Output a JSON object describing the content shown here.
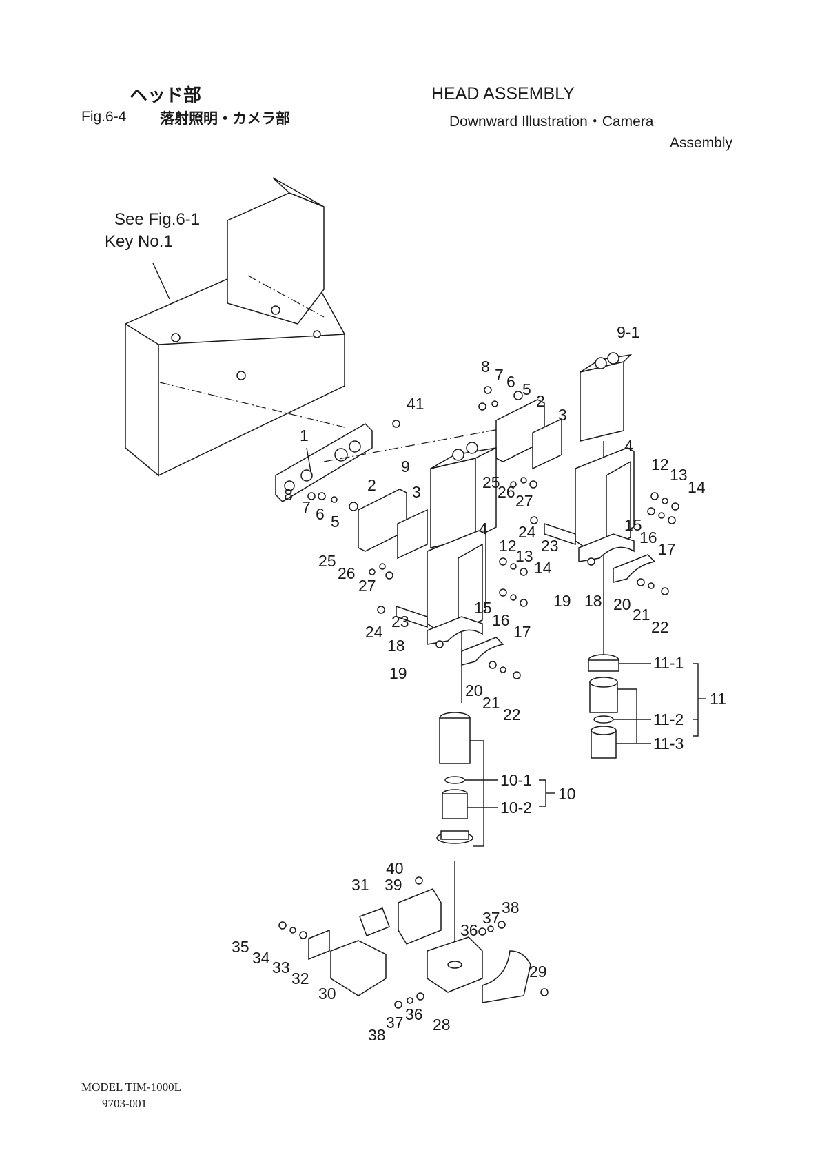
{
  "header": {
    "title_jp": "ヘッド部",
    "figure_number": "Fig.6-4",
    "subtitle_jp": "落射照明・カメラ部",
    "title_en": "HEAD ASSEMBLY",
    "subtitle_en_line1": "Downward Illustration・Camera",
    "subtitle_en_line2": "Assembly"
  },
  "reference_note": {
    "line1": "See Fig.6-1",
    "line2": "Key No.1"
  },
  "callouts": {
    "c1": "1",
    "c41": "41",
    "c8a": "8",
    "c7a": "7",
    "c6a": "6",
    "c5a": "5",
    "c2a": "2",
    "c3a": "3",
    "c8b": "8",
    "c7b": "7",
    "c6b": "6",
    "c5b": "5",
    "c2b": "2",
    "c3b": "3",
    "c9": "9",
    "c9_1": "9-1",
    "c25a": "25",
    "c26a": "26",
    "c27a": "27",
    "c24a": "24",
    "c23a": "23",
    "c25b": "25",
    "c26b": "26",
    "c27b": "27",
    "c24b": "24",
    "c23b": "23",
    "c4a": "4",
    "c12a": "12",
    "c13a": "13",
    "c14a": "14",
    "c15a": "15",
    "c16a": "16",
    "c17a": "17",
    "c4b": "4",
    "c12b": "12",
    "c13b": "13",
    "c14b": "14",
    "c15b": "15",
    "c16b": "16",
    "c17b": "17",
    "c18a": "18",
    "c19a": "19",
    "c20a": "20",
    "c21a": "21",
    "c22a": "22",
    "c18b": "18",
    "c19b": "19",
    "c20b": "20",
    "c21b": "21",
    "c22b": "22",
    "c11_1": "11-1",
    "c11_2": "11-2",
    "c11_3": "11-3",
    "c11": "11",
    "c10_1": "10-1",
    "c10_2": "10-2",
    "c10": "10",
    "c40": "40",
    "c31": "31",
    "c39": "39",
    "c36a": "36",
    "c37a": "37",
    "c38a": "38",
    "c35": "35",
    "c34": "34",
    "c33": "33",
    "c32": "32",
    "c30": "30",
    "c29": "29",
    "c36b": "36",
    "c37b": "37",
    "c38b": "38",
    "c28": "28"
  },
  "footer": {
    "model": "MODEL TIM-1000L",
    "code": "9703-001"
  }
}
